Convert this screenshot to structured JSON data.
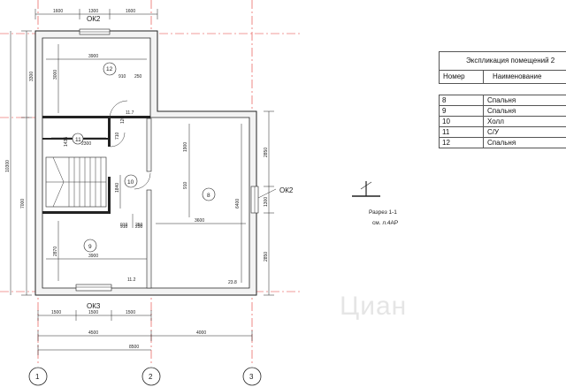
{
  "plan": {
    "windows": {
      "top": "ОК2",
      "right": "ОК2",
      "bottom": "ОК3"
    },
    "top_dims": [
      "1600",
      "1300",
      "1600"
    ],
    "bottom_dims_row1": [
      "1500",
      "1500",
      "1500"
    ],
    "bottom_dims_row2": [
      "4500",
      "4000"
    ],
    "bottom_total": "8500",
    "left_dims": {
      "top": "3300",
      "overall": "10300",
      "middle": "7000"
    },
    "right_dims": [
      "2850",
      "1300",
      "2850"
    ],
    "grid_axes": [
      "1",
      "2",
      "3"
    ],
    "rooms": {
      "r12": {
        "num": "12",
        "width": "3900",
        "height": "3000",
        "dim_a": "910",
        "dim_b": "250",
        "area": "11.7"
      },
      "r11": {
        "num": "11",
        "dim_v": "1435",
        "dim_h": "2300",
        "dim_door": "710",
        "dim_side": "120"
      },
      "r10": {
        "num": "10",
        "dim_v": "1840",
        "dim_door": "910",
        "dim_b": "250"
      },
      "r8": {
        "num": "8",
        "dim_v1": "1900",
        "dim_v2": "910",
        "dim_v3": "6400",
        "width": "3600",
        "area": "23.8"
      },
      "r9": {
        "num": "9",
        "width": "3900",
        "height": "2870",
        "dim_a": "910",
        "dim_b": "250",
        "area": "11.2"
      }
    },
    "section": {
      "line1": "Разрез 1-1",
      "line2": "см. л.4АР"
    }
  },
  "explication": {
    "title": "Экспликация помещений 2",
    "col_number": "Номер",
    "col_name": "Наименование",
    "rows": [
      {
        "num": "8",
        "name": "Спальня"
      },
      {
        "num": "9",
        "name": "Спальня"
      },
      {
        "num": "10",
        "name": "Холл"
      },
      {
        "num": "11",
        "name": "С/У"
      },
      {
        "num": "12",
        "name": "Спальня"
      }
    ]
  },
  "watermark": "Циан"
}
